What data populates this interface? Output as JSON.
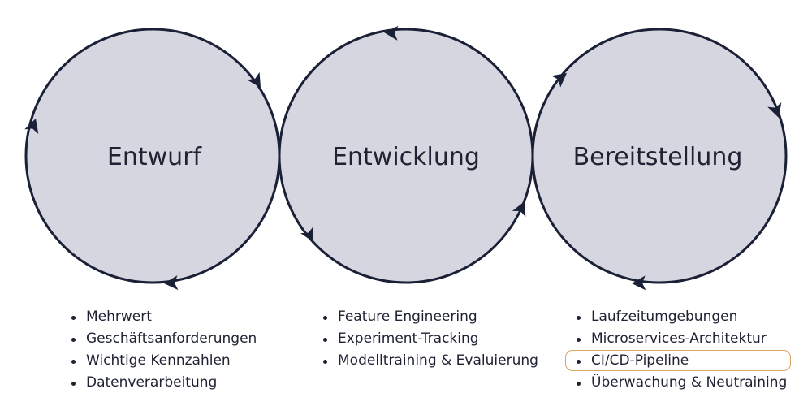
{
  "colors": {
    "circle_fill": "#d6d6e0",
    "circle_stroke": "#1a2036",
    "text": "#1f2233",
    "highlight_border": "#d9a566"
  },
  "phases": [
    {
      "title": "Entwurf",
      "items": [
        "Mehrwert",
        "Geschäftsanforderungen",
        "Wichtige Kennzahlen",
        "Datenverarbeitung"
      ]
    },
    {
      "title": "Entwicklung",
      "items": [
        "Feature Engineering",
        "Experiment-Tracking",
        "Modelltraining & Evaluierung"
      ]
    },
    {
      "title": "Bereitstellung",
      "items": [
        "Laufzeitumgebungen",
        "Microservices-Architektur",
        "CI/CD-Pipeline",
        "Überwachung & Neutraining"
      ],
      "highlighted_item": "CI/CD-Pipeline"
    }
  ]
}
